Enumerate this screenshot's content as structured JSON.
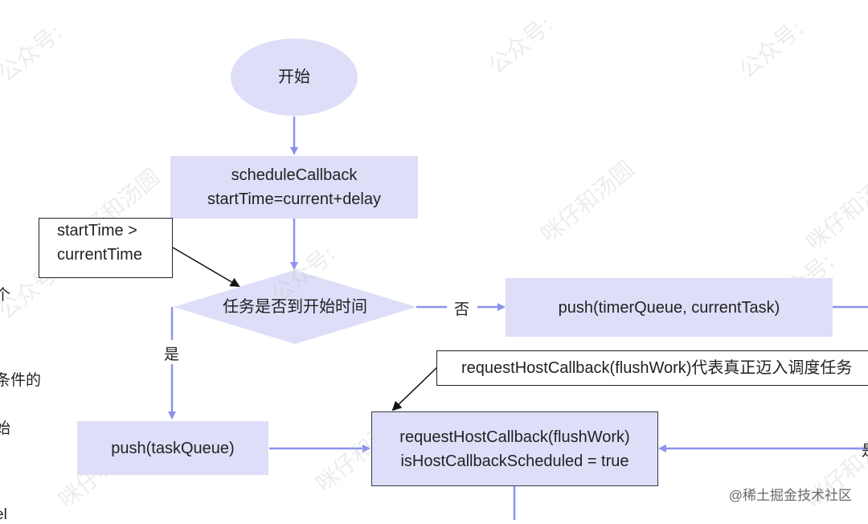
{
  "nodes": {
    "start": "开始",
    "schedule_line1": "scheduleCallback",
    "schedule_line2": "startTime=current+delay",
    "decision": "任务是否到开始时间",
    "push_timer": "push(timerQueue, currentTask)",
    "push_task": "push(taskQueue)",
    "request_line1": "requestHostCallback(flushWork)",
    "request_line2": "isHostCallbackScheduled = true"
  },
  "notes": {
    "start_time_line1": "startTime >",
    "start_time_line2": "currentTime",
    "request_note": "requestHostCallback(flushWork)代表真正迈入调度任务"
  },
  "edge_labels": {
    "no": "否",
    "yes": "是",
    "yes_right": "是"
  },
  "left_clipped_text": {
    "line1": "个",
    "line2": "条件的",
    "line3": "始",
    "line4": "el"
  },
  "watermark": {
    "text1": "公众号:",
    "text2": "咪仔和汤圆"
  },
  "credit": "@稀土掘金技术社区",
  "colors": {
    "node_fill": "#dedef9",
    "arrow": "#8b93ee",
    "note_arrow": "#111111"
  }
}
